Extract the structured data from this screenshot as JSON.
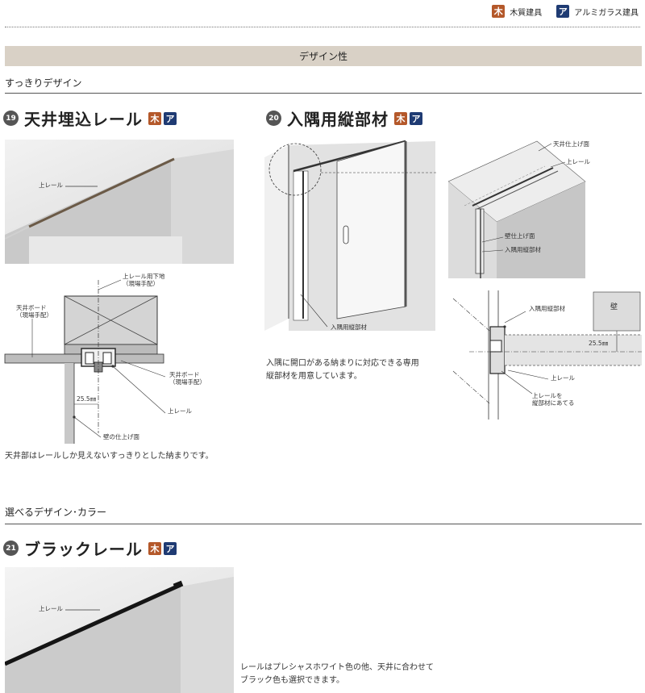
{
  "legend": [
    {
      "badge": "木",
      "label": "木質建具",
      "color": "#b4582a"
    },
    {
      "badge": "ア",
      "label": "アルミガラス建具",
      "color": "#1f3b73"
    }
  ],
  "section_band": "デザイン性",
  "sub1": "すっきりデザイン",
  "sub2": "選べるデザイン･カラー",
  "badges": {
    "wood": "木",
    "alu": "ア"
  },
  "item19": {
    "num": "19",
    "title": "天井埋込レール",
    "photo_label": "上レール",
    "diagram": {
      "rail_base": "上レール用下地\n（現場手配）",
      "ceiling_board_l": "天井ボード\n（現場手配）",
      "ceiling_board_r": "天井ボード\n（現場手配）",
      "dim": "25.5㎜",
      "rail": "上レール",
      "wall_finish": "壁の仕上げ面"
    },
    "desc": "天井部はレールしか見えないすっきりとした納まりです。"
  },
  "item20": {
    "num": "20",
    "title": "入隅用縦部材",
    "door_label": "入隅用縦部材",
    "detail": {
      "ceiling_finish": "天井仕上げ面",
      "rail": "上レール",
      "wall_finish": "壁仕上げ面",
      "vertical": "入隅用縦部材"
    },
    "plan": {
      "vertical": "入隅用縦部材",
      "wall": "壁",
      "dim": "25.5㎜",
      "rail": "上レール",
      "contact": "上レールを\n縦部材にあてる"
    },
    "desc": "入隅に開口がある納まりに対応できる専用\n縦部材を用意しています。"
  },
  "item21": {
    "num": "21",
    "title": "ブラックレール",
    "photo_label": "上レール",
    "desc": "レールはプレシャスホワイト色の他、天井に合わせて\nブラック色も選択できます。"
  }
}
